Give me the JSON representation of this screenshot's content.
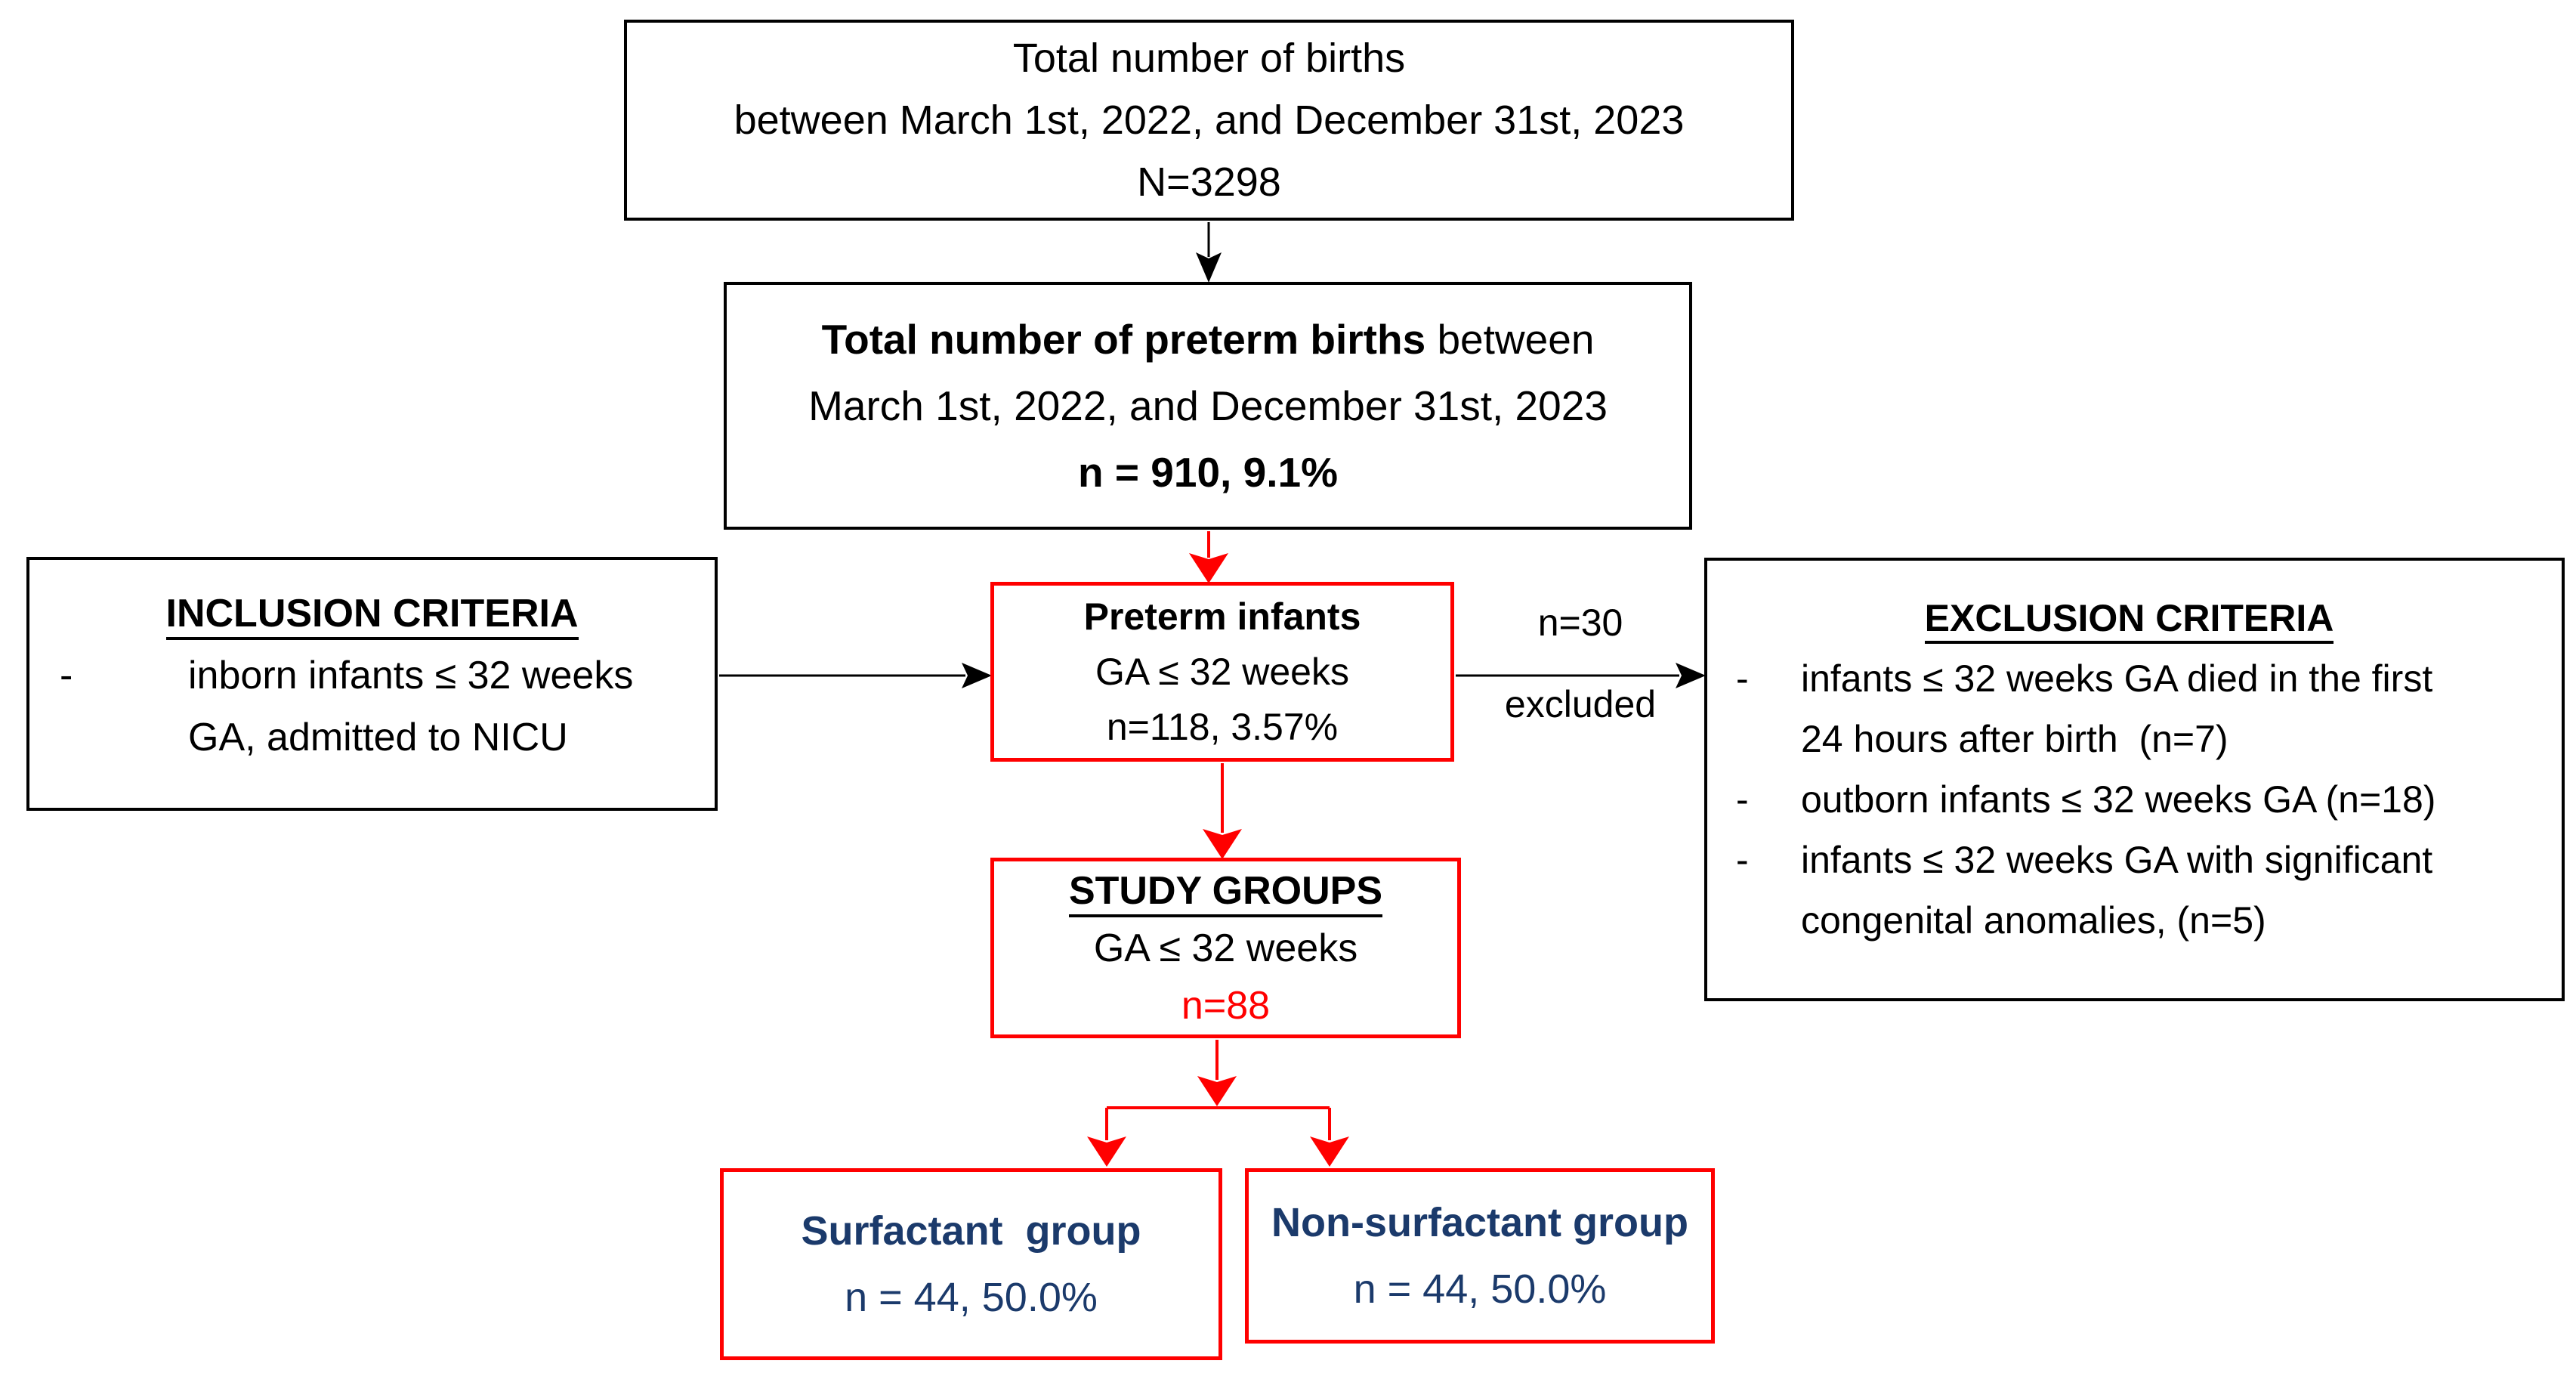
{
  "figure": {
    "boxes": {
      "total_births": {
        "lines": [
          "Total number of births",
          "between March 1st, 2022, and December 31st, 2023",
          "N=3298"
        ]
      },
      "preterm_births": {
        "line1_bold": "Total number of preterm births",
        "line1_regular": " between",
        "line2": "March 1st, 2022, and December 31st, 2023",
        "line3": "n = 910, 9.1%"
      },
      "inclusion": {
        "title": "INCLUSION CRITERIA",
        "marker": "-",
        "item_lines": [
          "inborn infants ≤ 32 weeks",
          "GA, admitted to NICU"
        ]
      },
      "preterm_infants": {
        "line1": "Preterm infants",
        "line2": "GA ≤ 32 weeks",
        "line3": "n=118, 3.57%"
      },
      "exclusion": {
        "title": "EXCLUSION CRITERIA",
        "items": [
          {
            "marker": "-",
            "lines": [
              "infants ≤ 32 weeks GA died in the first",
              "24 hours after birth  (n=7)"
            ]
          },
          {
            "marker": "-",
            "lines": [
              "outborn infants ≤ 32 weeks GA (n=18)"
            ]
          },
          {
            "marker": "-",
            "lines": [
              "infants ≤ 32 weeks GA with significant",
              "congenital anomalies, (n=5)"
            ]
          }
        ]
      },
      "study_groups": {
        "title": "STUDY GROUPS",
        "line2": "GA ≤ 32 weeks",
        "line3": "n=88"
      },
      "surfactant_group": {
        "title": "Surfactant  group",
        "line2": "n = 44, 50.0%"
      },
      "non_surfactant_group": {
        "title": "Non-surfactant group",
        "line2": "n = 44, 50.0%"
      }
    },
    "edge_labels": {
      "excluded_count": "n=30",
      "excluded_word": "excluded"
    },
    "colors": {
      "accent_red": "#FF0000",
      "navy_text": "#1B3A6B",
      "black": "#000000"
    }
  }
}
